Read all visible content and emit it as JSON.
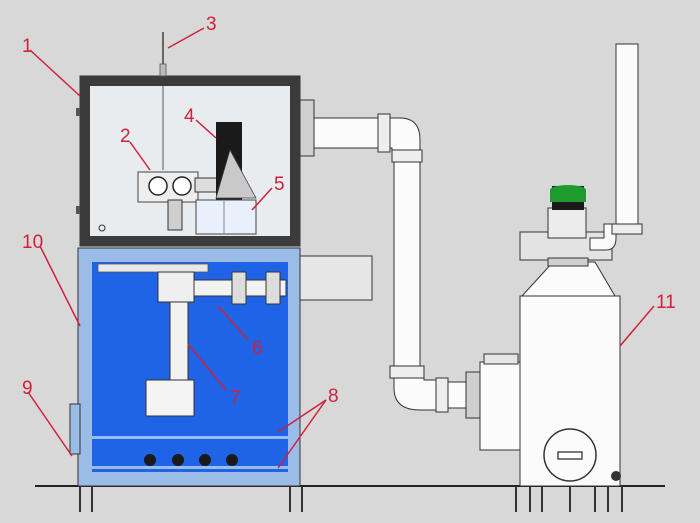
{
  "colors": {
    "background": "#d8d8d8",
    "frame_dark": "#3b3b3b",
    "panel_blue": "#1f63e6",
    "frame_blue_light": "#9bbce6",
    "callout_red": "#d0213a",
    "motor_green": "#1f9a2e",
    "equipment_white": "#fbfbfb",
    "ground_line": "#222222"
  },
  "callouts": [
    "1",
    "2",
    "3",
    "4",
    "5",
    "6",
    "7",
    "8",
    "9",
    "10",
    "11"
  ]
}
